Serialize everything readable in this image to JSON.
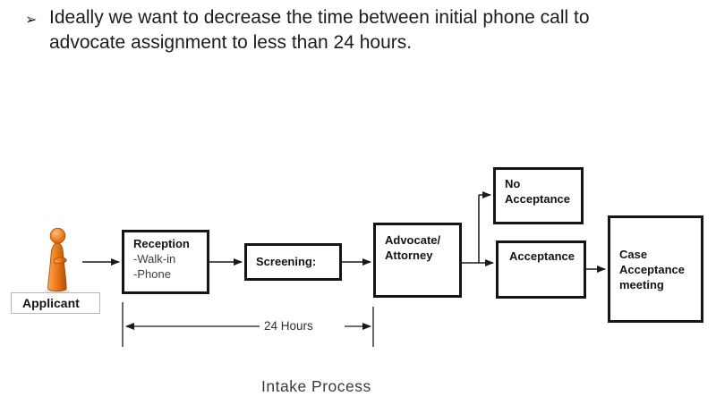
{
  "slide": {
    "bullet": {
      "marker": "➢",
      "lines": [
        "Ideally we want to decrease the time between initial phone call to",
        "advocate assignment to less than 24 hours."
      ]
    },
    "caption": "Intake Process"
  },
  "diagram": {
    "applicant": {
      "label": "Applicant",
      "icon": "person-icon"
    },
    "boxes": {
      "reception": {
        "lines": [
          "Reception",
          "-Walk-in",
          "-Phone"
        ]
      },
      "screening": {
        "lines": [
          "Screening:"
        ]
      },
      "advocate": {
        "lines": [
          "Advocate/",
          "Attorney"
        ]
      },
      "no_acceptance": {
        "lines": [
          "No",
          "Acceptance"
        ]
      },
      "acceptance": {
        "lines": [
          "Acceptance"
        ]
      },
      "case_meeting": {
        "lines": [
          "Case",
          "Acceptance",
          "meeting"
        ]
      }
    },
    "dimension": {
      "label": "24 Hours"
    },
    "colors": {
      "box_border": "#141414",
      "text": "#1c1c1c",
      "connector": "#1a1a1a",
      "person_orange": "#ec7c1a",
      "person_orange_dark": "#b05106",
      "person_orange_light": "#f9a85c",
      "applicant_box_border": "#b8b8b8"
    }
  }
}
